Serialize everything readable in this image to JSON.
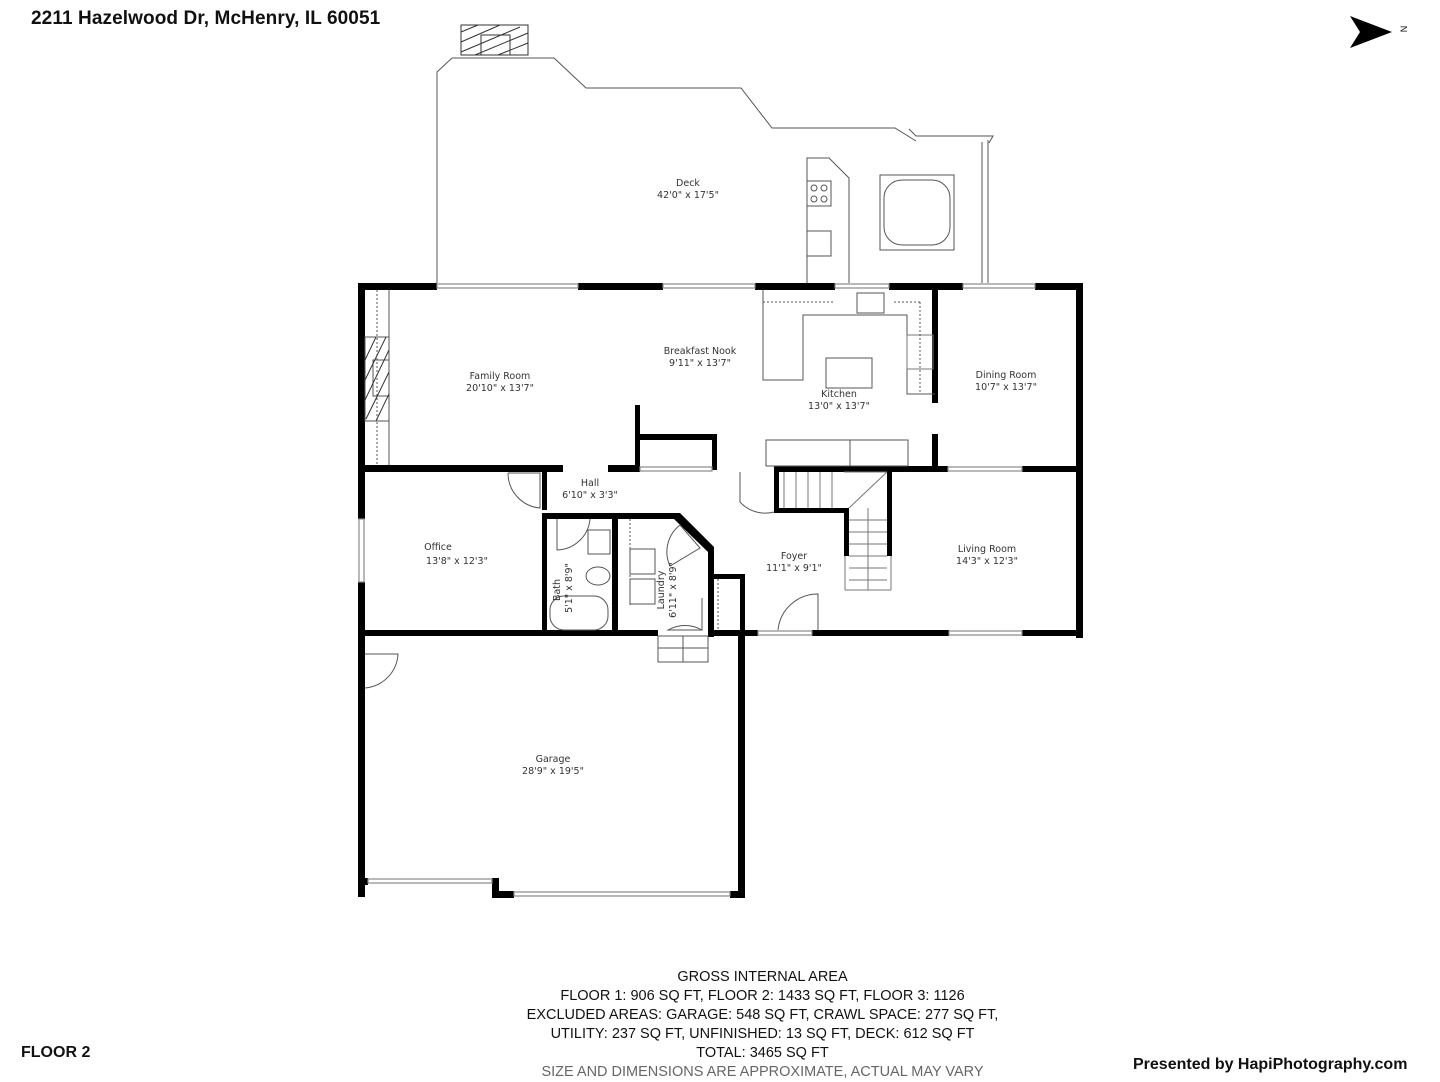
{
  "header": {
    "address": "2211 Hazelwood Dr, McHenry, IL 60051",
    "compass_letter": "N",
    "compass_icon": "north-arrow-icon"
  },
  "rooms": {
    "deck": {
      "name": "Deck",
      "dims": "42'0\" x 17'5\""
    },
    "family_room": {
      "name": "Family Room",
      "dims": "20'10\" x 13'7\""
    },
    "breakfast_nook": {
      "name": "Breakfast Nook",
      "dims": "9'11\" x 13'7\""
    },
    "kitchen": {
      "name": "Kitchen",
      "dims": "13'0\" x 13'7\""
    },
    "dining_room": {
      "name": "Dining Room",
      "dims": "10'7\" x 13'7\""
    },
    "hall": {
      "name": "Hall",
      "dims": "6'10\" x 3'3\""
    },
    "office": {
      "name": "Office",
      "dims": "13'8\" x 12'3\""
    },
    "bath": {
      "name": "Bath",
      "dims": "5'1\" x 8'9\""
    },
    "laundry": {
      "name": "Laundry",
      "dims": "6'11\" x 8'9\""
    },
    "foyer": {
      "name": "Foyer",
      "dims": "11'1\" x 9'1\""
    },
    "living_room": {
      "name": "Living Room",
      "dims": "14'3\" x 12'3\""
    },
    "garage": {
      "name": "Garage",
      "dims": "28'9\" x 19'5\""
    }
  },
  "summary": {
    "title": "GROSS INTERNAL AREA",
    "floors": "FLOOR 1: 906 SQ FT, FLOOR 2: 1433 SQ FT, FLOOR 3: 1126",
    "excluded_1": "EXCLUDED AREAS: GARAGE: 548 SQ FT, CRAWL SPACE: 277 SQ FT,",
    "excluded_2": "UTILITY: 237 SQ FT, UNFINISHED: 13 SQ FT, DECK: 612 SQ FT",
    "total": "TOTAL: 3465 SQ FT",
    "disclaimer": "SIZE AND DIMENSIONS ARE APPROXIMATE, ACTUAL MAY VARY"
  },
  "footer": {
    "floor_label": "FLOOR 2",
    "presenter": "Presented by HapiPhotography.com"
  },
  "colors": {
    "wall": "#000000",
    "thin_line": "#555555",
    "window": "#888888",
    "disclaimer": "#666666"
  }
}
